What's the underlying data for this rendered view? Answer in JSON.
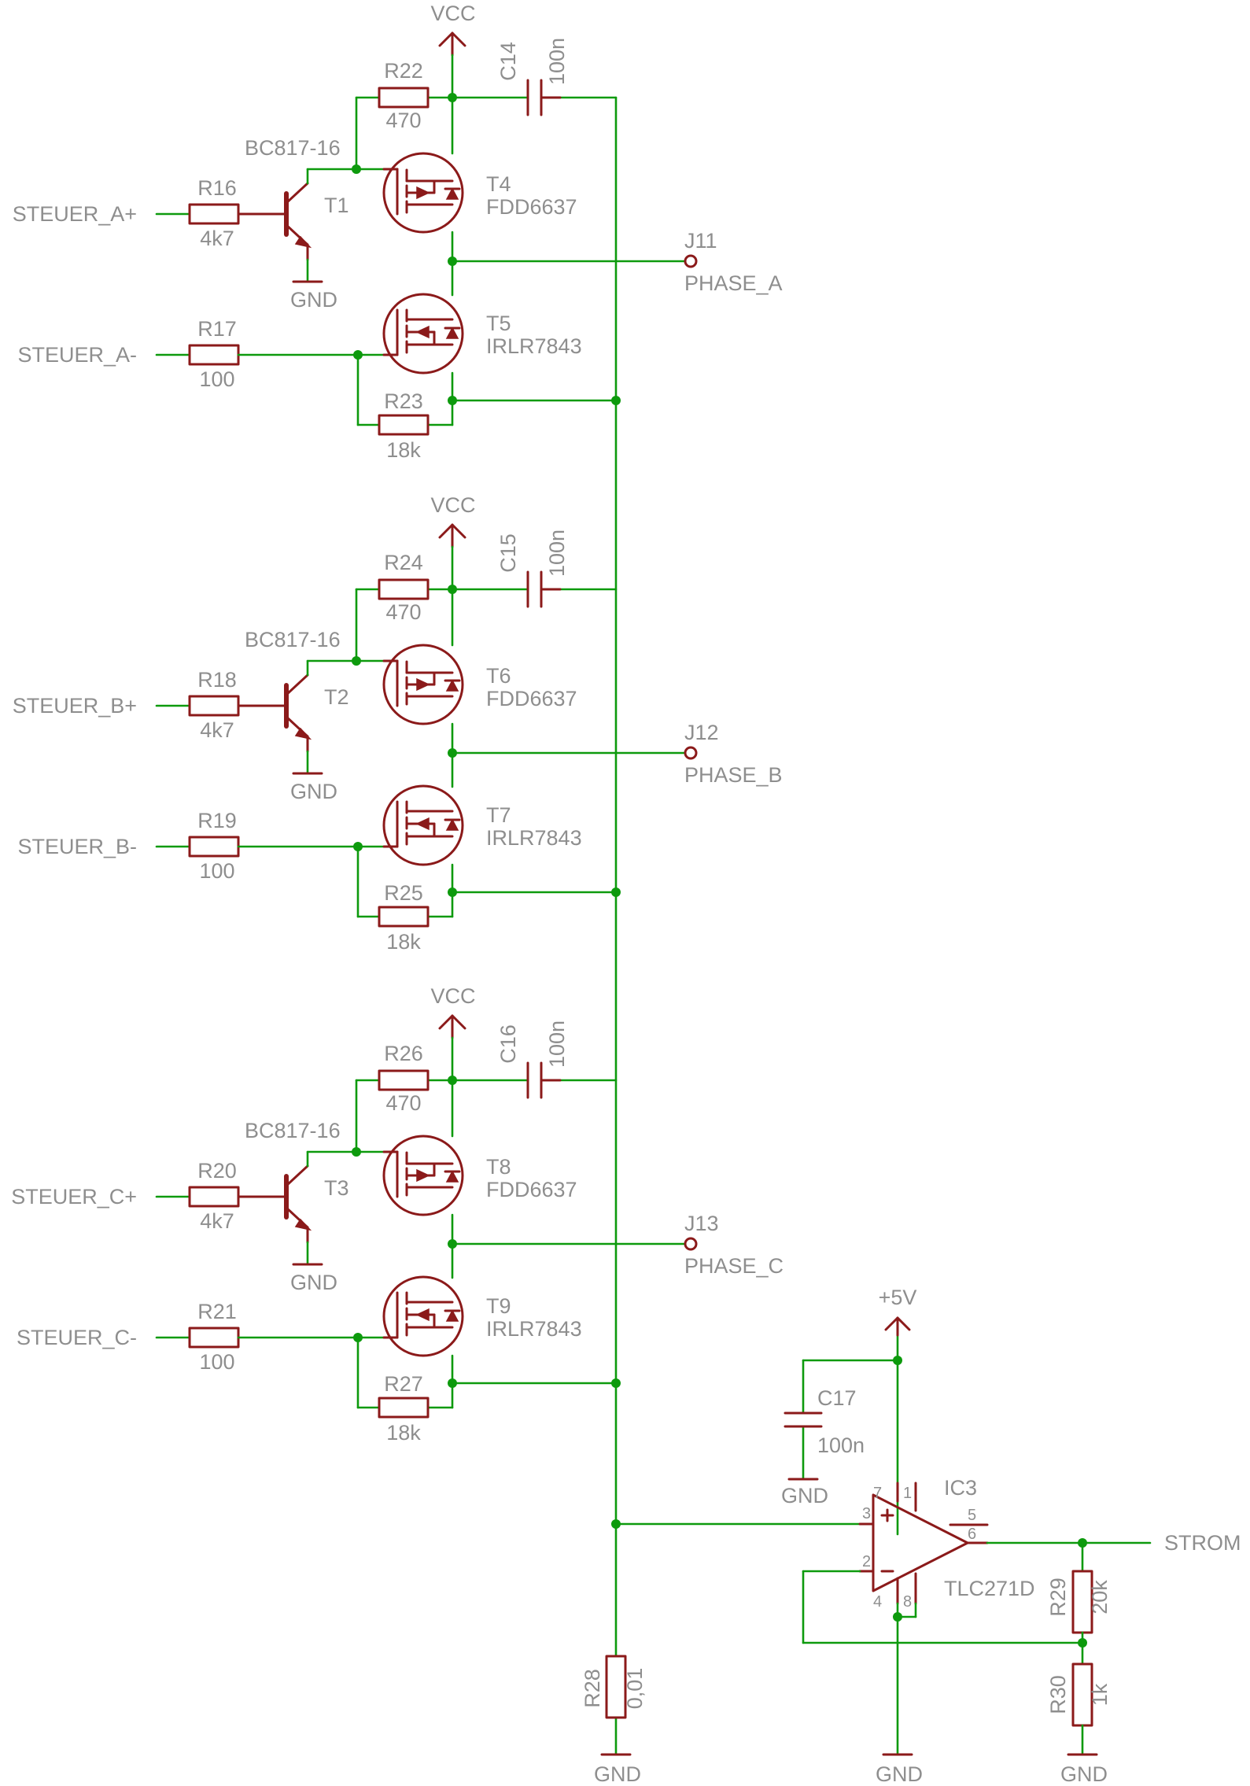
{
  "supply": {
    "vcc": "VCC",
    "gnd": "GND",
    "plus5v": "+5V"
  },
  "transistor_type": "BC817-16",
  "stages": [
    {
      "input": "STEUER_A+",
      "input_low": "STEUER_A-",
      "r_base": {
        "name": "R16",
        "value": "4k7"
      },
      "bjt": "T1",
      "r_pull": {
        "name": "R22",
        "value": "470"
      },
      "cap": {
        "name": "C14",
        "value": "100n"
      },
      "hi_fet": {
        "name": "T4",
        "part": "FDD6637"
      },
      "lo_fet": {
        "name": "T5",
        "part": "IRLR7843"
      },
      "r_gate": {
        "name": "R17",
        "value": "100"
      },
      "r_gs": {
        "name": "R23",
        "value": "18k"
      },
      "jack": {
        "name": "J11",
        "net": "PHASE_A"
      }
    },
    {
      "input": "STEUER_B+",
      "input_low": "STEUER_B-",
      "r_base": {
        "name": "R18",
        "value": "4k7"
      },
      "bjt": "T2",
      "r_pull": {
        "name": "R24",
        "value": "470"
      },
      "cap": {
        "name": "C15",
        "value": "100n"
      },
      "hi_fet": {
        "name": "T6",
        "part": "FDD6637"
      },
      "lo_fet": {
        "name": "T7",
        "part": "IRLR7843"
      },
      "r_gate": {
        "name": "R19",
        "value": "100"
      },
      "r_gs": {
        "name": "R25",
        "value": "18k"
      },
      "jack": {
        "name": "J12",
        "net": "PHASE_B"
      }
    },
    {
      "input": "STEUER_C+",
      "input_low": "STEUER_C-",
      "r_base": {
        "name": "R20",
        "value": "4k7"
      },
      "bjt": "T3",
      "r_pull": {
        "name": "R26",
        "value": "470"
      },
      "cap": {
        "name": "C16",
        "value": "100n"
      },
      "hi_fet": {
        "name": "T8",
        "part": "FDD6637"
      },
      "lo_fet": {
        "name": "T9",
        "part": "IRLR7843"
      },
      "r_gate": {
        "name": "R21",
        "value": "100"
      },
      "r_gs": {
        "name": "R27",
        "value": "18k"
      },
      "jack": {
        "name": "J13",
        "net": "PHASE_C"
      }
    }
  ],
  "sense": {
    "shunt": {
      "name": "R28",
      "value": "0,01"
    },
    "opamp": {
      "name": "IC3",
      "part": "TLC271D",
      "pins": [
        "1",
        "2",
        "3",
        "4",
        "5",
        "6",
        "7",
        "8"
      ]
    },
    "c17": {
      "name": "C17",
      "value": "100n"
    },
    "r29": {
      "name": "R29",
      "value": "20k"
    },
    "r30": {
      "name": "R30",
      "value": "1k"
    },
    "output": "STROM"
  }
}
